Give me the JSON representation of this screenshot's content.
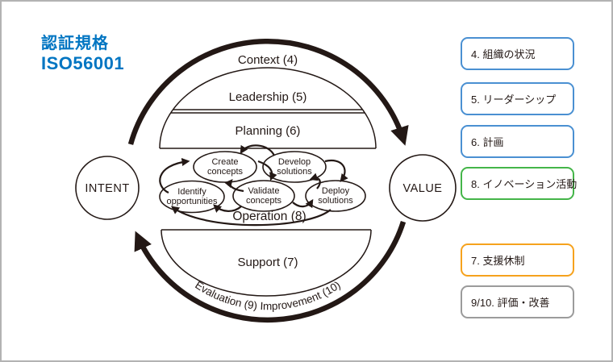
{
  "page": {
    "title_line1": "認証規格",
    "title_line2": "ISO56001"
  },
  "diagram": {
    "intent_label": "INTENT",
    "value_label": "VALUE",
    "context_label": "Context (4)",
    "leadership_label": "Leadership (5)",
    "planning_label": "Planning (6)",
    "operation_label": "Operation (8)",
    "support_label": "Support (7)",
    "cycle_label": "Evaluation (9) Improvement (10)",
    "process_ovals": [
      {
        "line1": "Identify",
        "line2": "opportunities"
      },
      {
        "line1": "Create",
        "line2": "concepts"
      },
      {
        "line1": "Validate",
        "line2": "concepts"
      },
      {
        "line1": "Develop",
        "line2": "solutions"
      },
      {
        "line1": "Deploy",
        "line2": "solutions"
      }
    ]
  },
  "legend": {
    "items": [
      {
        "label": "4. 組織の状況",
        "accent": "#4a90d2"
      },
      {
        "label": "5. リーダーシップ",
        "accent": "#4a90d2"
      },
      {
        "label": "6. 計画",
        "accent": "#4a90d2"
      },
      {
        "label": "8. イノベーション活動",
        "accent": "#44b549"
      },
      {
        "label": "7. 支援休制",
        "accent": "#f6a21d"
      },
      {
        "label": "9/10. 評価・改善",
        "accent": "#9b9b9b"
      }
    ]
  },
  "colors": {
    "title_blue": "#0075c2",
    "diagram_ink": "#231815",
    "frame_gray": "#b3b3b3",
    "legend_blue": "#4a90d2",
    "legend_green": "#44b549",
    "legend_orange": "#f6a21d",
    "legend_gray": "#9b9b9b"
  }
}
